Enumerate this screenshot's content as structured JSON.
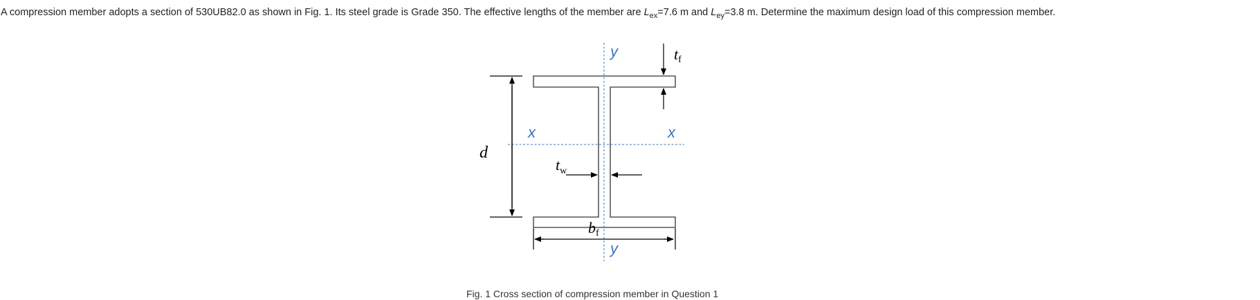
{
  "question": {
    "part1": "A compression member adopts a section of 530UB82.0 as shown in Fig. 1. Its steel grade is Grade 350. The effective lengths of the member are ",
    "lex_symbol": "L",
    "lex_sub": "ex",
    "lex_value": "=7.6 m and ",
    "ley_symbol": "L",
    "ley_sub": "ey",
    "ley_value": "=3.8 m. Determine the maximum design load of this compression member."
  },
  "figure": {
    "labels": {
      "y_top": "y",
      "y_bottom": "y",
      "x_left": "x",
      "x_right": "x",
      "d": "d",
      "tw_main": "t",
      "tw_sub": "w",
      "tf_main": "t",
      "tf_sub": "f",
      "bf_main": "b",
      "bf_sub": "f"
    },
    "colors": {
      "section_line": "#333333",
      "dimension_line": "#000000",
      "axis_line": "#3d76bd"
    },
    "caption": "Fig. 1 Cross section of compression member in Question 1"
  }
}
